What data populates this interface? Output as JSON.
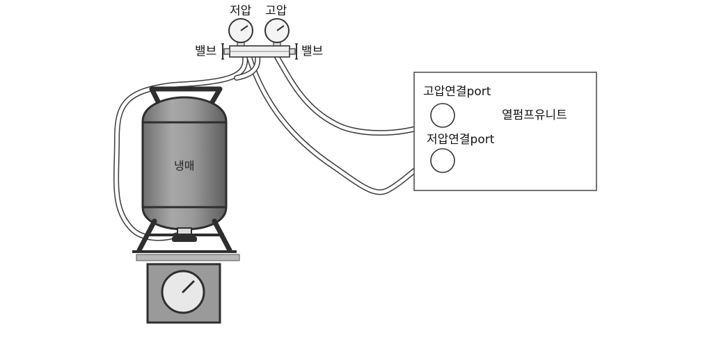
{
  "labels": {
    "low_pressure_gauge": "저압",
    "high_pressure_gauge": "고압",
    "valve_left": "밸브",
    "valve_right": "밸브",
    "tank": "냉매",
    "high_port": "고압연결port",
    "low_port": "저압연결port",
    "unit": "열펌프유니트"
  },
  "colors": {
    "tank_fill": "#8c8c8c",
    "frame": "#2e2e2e",
    "scale_box": "#9a9a9a"
  }
}
